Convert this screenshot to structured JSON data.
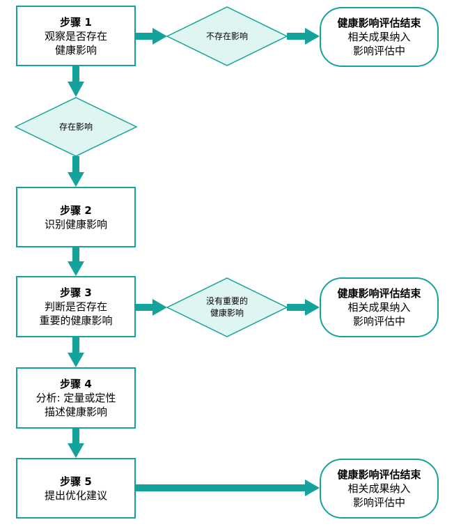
{
  "colors": {
    "accent": "#14a39a",
    "diamond_fill": "#dff5f1"
  },
  "steps": [
    {
      "title": "步骤 1",
      "lines": [
        "观察是否存在",
        "健康影响"
      ]
    },
    {
      "title": "步骤 2",
      "lines": [
        "识别健康影响"
      ]
    },
    {
      "title": "步骤 3",
      "lines": [
        "判断是否存在",
        "重要的健康影响"
      ]
    },
    {
      "title": "步骤 4",
      "lines": [
        "分析: 定量或定性",
        "描述健康影响"
      ]
    },
    {
      "title": "步骤 5",
      "lines": [
        "提出优化建议"
      ]
    }
  ],
  "decisions": [
    {
      "lines": [
        "不存在影响"
      ]
    },
    {
      "lines": [
        "存在影响"
      ]
    },
    {
      "lines": [
        "没有重要的",
        "健康影响"
      ]
    }
  ],
  "ends": [
    {
      "title": "健康影响评估结束",
      "lines": [
        "相关成果纳入",
        "影响评估中"
      ]
    },
    {
      "title": "健康影响评估结束",
      "lines": [
        "相关成果纳入",
        "影响评估中"
      ]
    },
    {
      "title": "健康影响评估结束",
      "lines": [
        "相关成果纳入",
        "影响评估中"
      ]
    }
  ]
}
